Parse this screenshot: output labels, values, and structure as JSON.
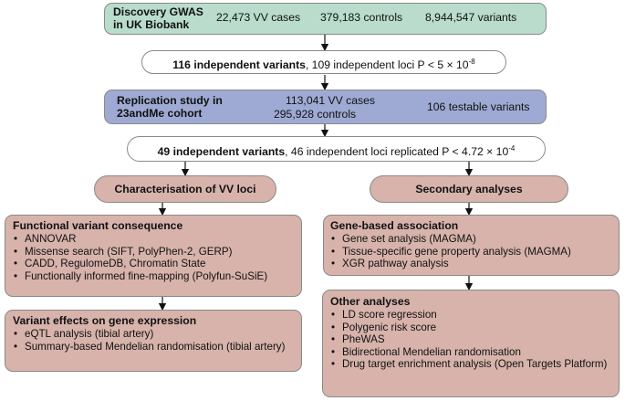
{
  "discovery": {
    "title_line1": "Discovery GWAS",
    "title_line2": "in UK Biobank",
    "cases": "22,473 VV cases",
    "controls": "379,183 controls",
    "variants": "8,944,547 variants"
  },
  "independent": {
    "bold": "116 independent variants",
    "rest": ", 109 independent loci P < 5 × 10",
    "exp": "-8"
  },
  "replication": {
    "title_line1": "Replication study in",
    "title_line2": "23andMe cohort",
    "cases": "113,041 VV cases",
    "controls": "295,928 controls",
    "testable": "106 testable variants"
  },
  "replicated": {
    "bold": "49 independent variants",
    "rest": ", 46 independent loci replicated P < 4.72 × 10",
    "exp": "-4"
  },
  "characterisation": {
    "title": "Characterisation of VV loci"
  },
  "secondary": {
    "title": "Secondary analyses"
  },
  "functional": {
    "title": "Functional variant consequence",
    "items": [
      "ANNOVAR",
      "Missense search (SIFT, PolyPhen-2, GERP)",
      "CADD, RegulomeDB, Chromatin State",
      "Functionally informed fine-mapping (Polyfun-SuSiE)"
    ]
  },
  "expression": {
    "title": "Variant effects on gene expression",
    "items": [
      "eQTL analysis (tibial artery)",
      "Summary-based Mendelian randomisation (tibial artery)"
    ]
  },
  "gene_based": {
    "title": "Gene-based association",
    "items": [
      "Gene set analysis (MAGMA)",
      "Tissue-specific gene property analysis (MAGMA)",
      "XGR pathway analysis"
    ]
  },
  "other": {
    "title": "Other analyses",
    "items": [
      "LD score regression",
      "Polygenic risk score",
      "PheWAS",
      "Bidirectional Mendelian randomisation",
      "Drug target enrichment analysis (Open Targets Platform)"
    ]
  },
  "colors": {
    "discovery": "#b9dccd",
    "replication": "#9eaad3",
    "analysis": "#d7b3ab",
    "border": "#8a8a86"
  }
}
